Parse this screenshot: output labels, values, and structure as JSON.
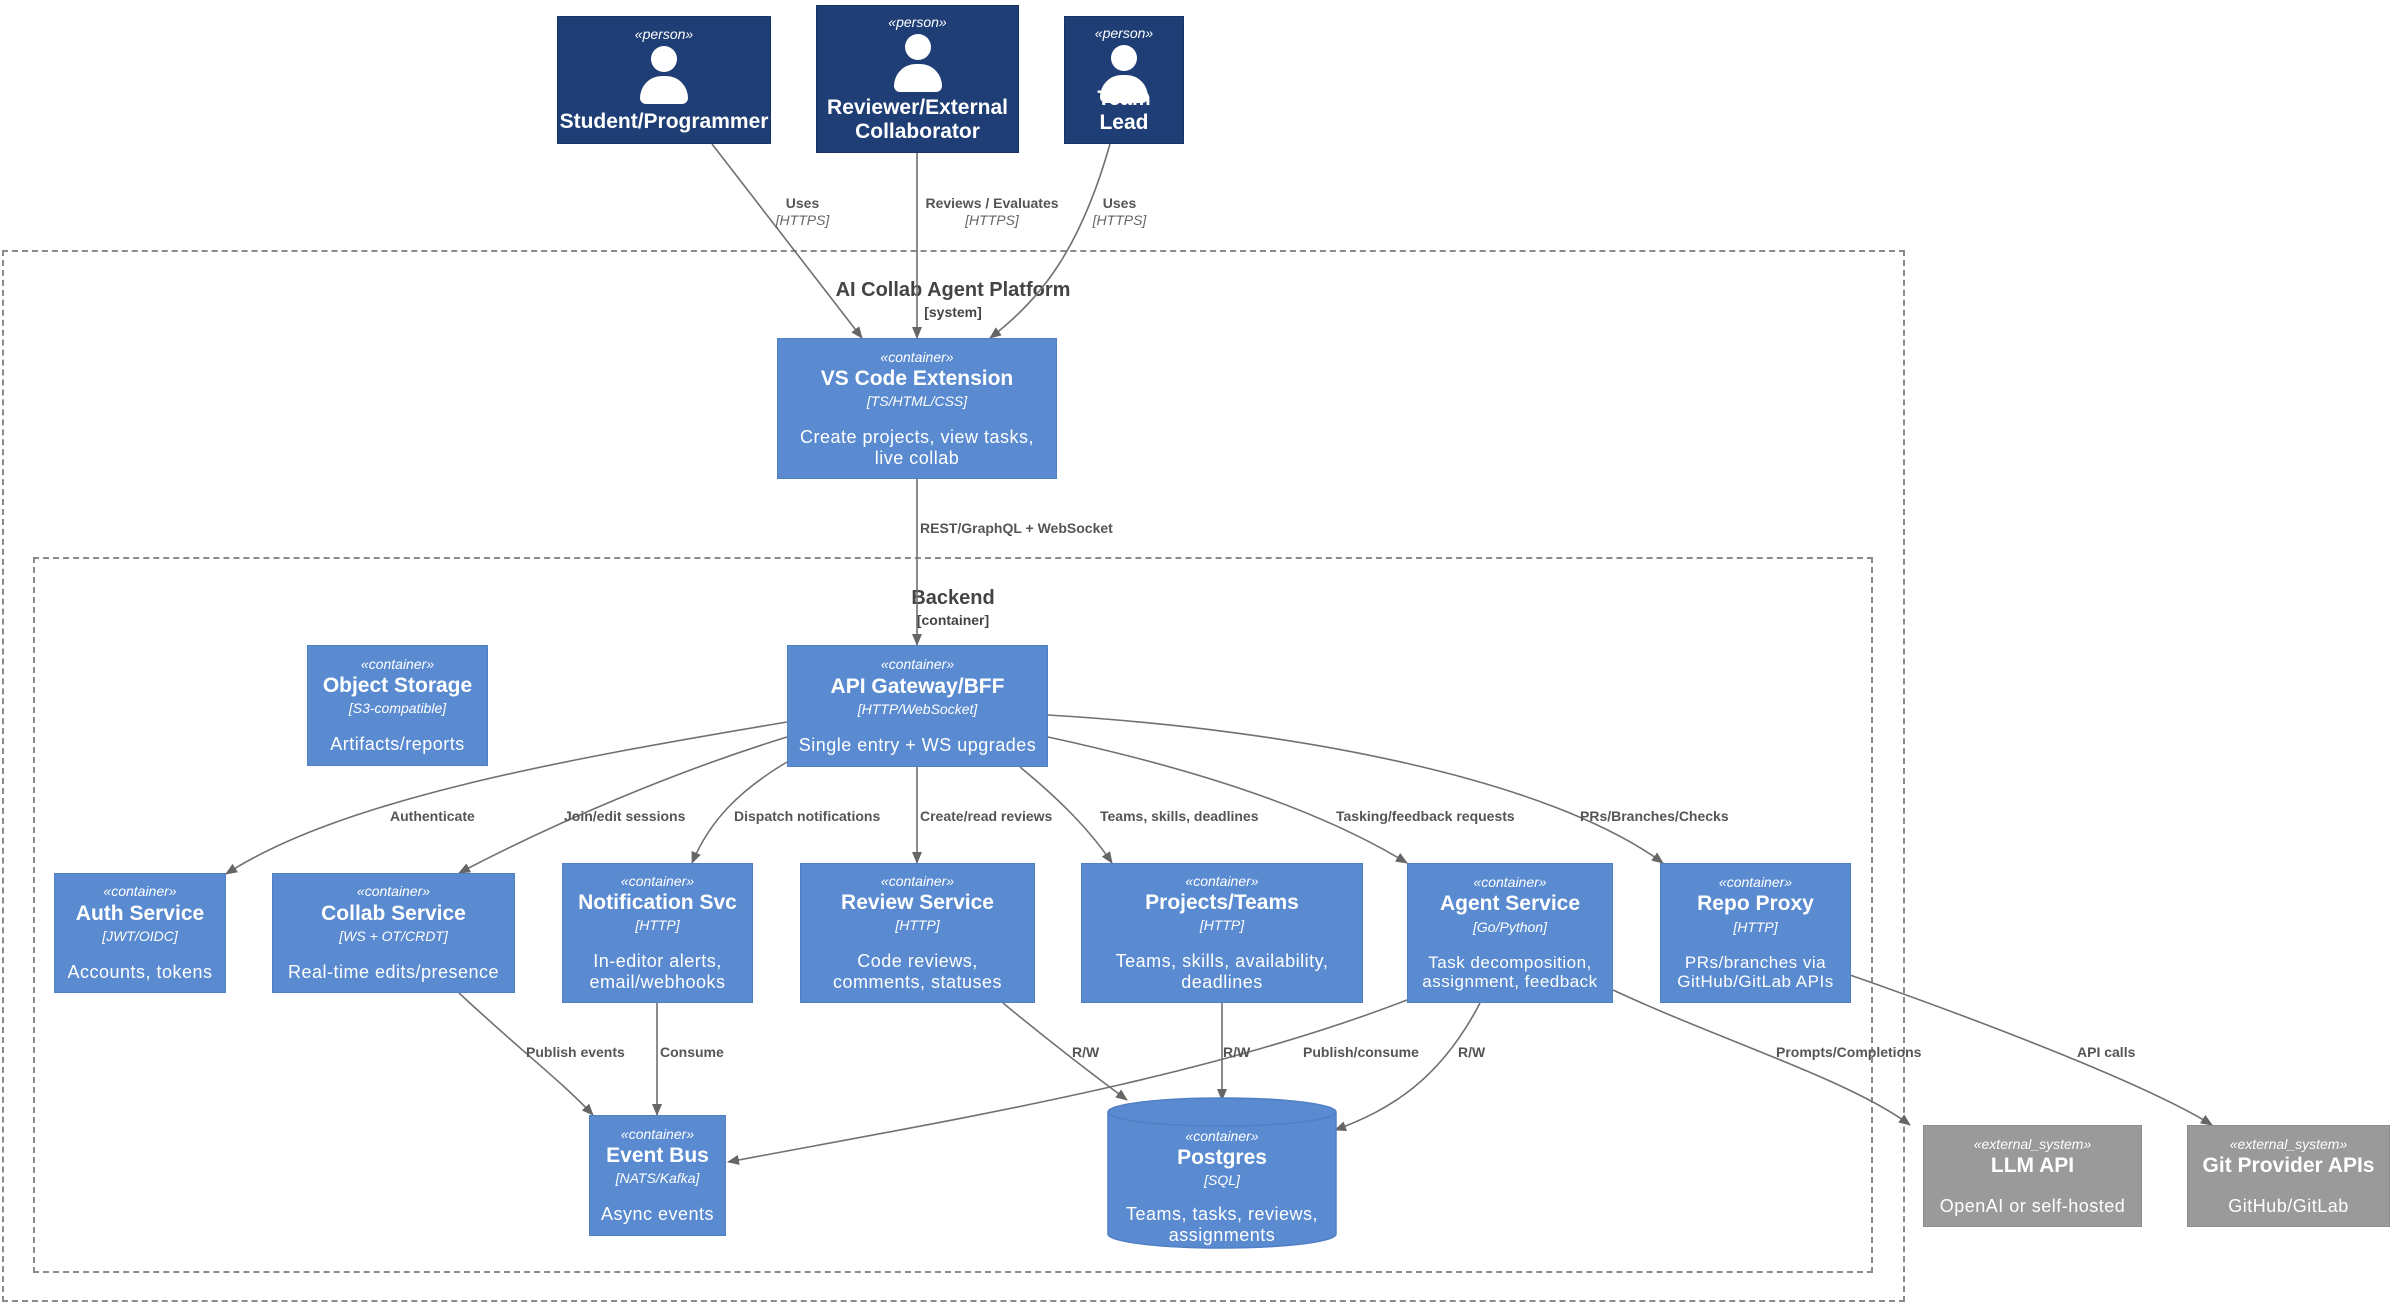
{
  "colors": {
    "person": "#1f3e76",
    "container": "#5a8bd1",
    "external_system": "#9a9a9a",
    "edge": "#666666"
  },
  "boundaries": {
    "platform": {
      "name": "AI Collab Agent Platform",
      "kind": "[system]"
    },
    "backend": {
      "name": "Backend",
      "kind": "[container]"
    }
  },
  "persons": {
    "student": {
      "stereotype": "«person»",
      "title": "Student/Programmer"
    },
    "reviewer": {
      "stereotype": "«person»",
      "title": "Reviewer/External Collaborator"
    },
    "teamlead": {
      "stereotype": "«person»",
      "title": "Team Lead"
    }
  },
  "containers": {
    "vscode": {
      "stereotype": "«container»",
      "title": "VS Code Extension",
      "tech": "[TS/HTML/CSS]",
      "desc": "Create projects, view tasks, live collab"
    },
    "gateway": {
      "stereotype": "«container»",
      "title": "API Gateway/BFF",
      "tech": "[HTTP/WebSocket]",
      "desc": "Single entry + WS upgrades"
    },
    "storage": {
      "stereotype": "«container»",
      "title": "Object Storage",
      "tech": "[S3-compatible]",
      "desc": "Artifacts/reports"
    },
    "auth": {
      "stereotype": "«container»",
      "title": "Auth Service",
      "tech": "[JWT/OIDC]",
      "desc": "Accounts, tokens"
    },
    "collab": {
      "stereotype": "«container»",
      "title": "Collab Service",
      "tech": "[WS + OT/CRDT]",
      "desc": "Real-time edits/presence"
    },
    "notify": {
      "stereotype": "«container»",
      "title": "Notification Svc",
      "tech": "[HTTP]",
      "desc": "In-editor alerts, email/webhooks"
    },
    "review": {
      "stereotype": "«container»",
      "title": "Review Service",
      "tech": "[HTTP]",
      "desc": "Code reviews, comments, statuses"
    },
    "projects": {
      "stereotype": "«container»",
      "title": "Projects/Teams",
      "tech": "[HTTP]",
      "desc": "Teams, skills, availability, deadlines"
    },
    "agent": {
      "stereotype": "«container»",
      "title": "Agent Service",
      "tech": "[Go/Python]",
      "desc": "Task decomposition, assignment, feedback"
    },
    "repo": {
      "stereotype": "«container»",
      "title": "Repo Proxy",
      "tech": "[HTTP]",
      "desc": "PRs/branches via GitHub/GitLab APIs"
    },
    "eventbus": {
      "stereotype": "«container»",
      "title": "Event Bus",
      "tech": "[NATS/Kafka]",
      "desc": "Async events"
    },
    "postgres": {
      "stereotype": "«container»",
      "title": "Postgres",
      "tech": "[SQL]",
      "desc": "Teams, tasks, reviews, assignments"
    }
  },
  "externals": {
    "llm": {
      "stereotype": "«external_system»",
      "title": "LLM API",
      "desc": "OpenAI or self-hosted"
    },
    "git": {
      "stereotype": "«external_system»",
      "title": "Git Provider APIs",
      "desc": "GitHub/GitLab"
    }
  },
  "relations": {
    "student_uses": {
      "label": "Uses",
      "tech": "[HTTPS]"
    },
    "reviewer_uses": {
      "label": "Reviews / Evaluates",
      "tech": "[HTTPS]"
    },
    "lead_uses": {
      "label": "Uses",
      "tech": "[HTTPS]"
    },
    "ext_gateway": {
      "label": "REST/GraphQL + WebSocket"
    },
    "authenticate": {
      "label": "Authenticate"
    },
    "join_edit": {
      "label": "Join/edit sessions"
    },
    "dispatch": {
      "label": "Dispatch notifications"
    },
    "create_read": {
      "label": "Create/read reviews"
    },
    "teams_skills": {
      "label": "Teams, skills, deadlines"
    },
    "tasking": {
      "label": "Tasking/feedback requests"
    },
    "prs": {
      "label": "PRs/Branches/Checks"
    },
    "publish_events": {
      "label": "Publish events"
    },
    "consume": {
      "label": "Consume"
    },
    "review_rw": {
      "label": "R/W"
    },
    "projects_rw": {
      "label": "R/W"
    },
    "agent_publish": {
      "label": "Publish/consume"
    },
    "agent_rw": {
      "label": "R/W"
    },
    "prompts": {
      "label": "Prompts/Completions"
    },
    "api_calls": {
      "label": "API calls"
    }
  }
}
